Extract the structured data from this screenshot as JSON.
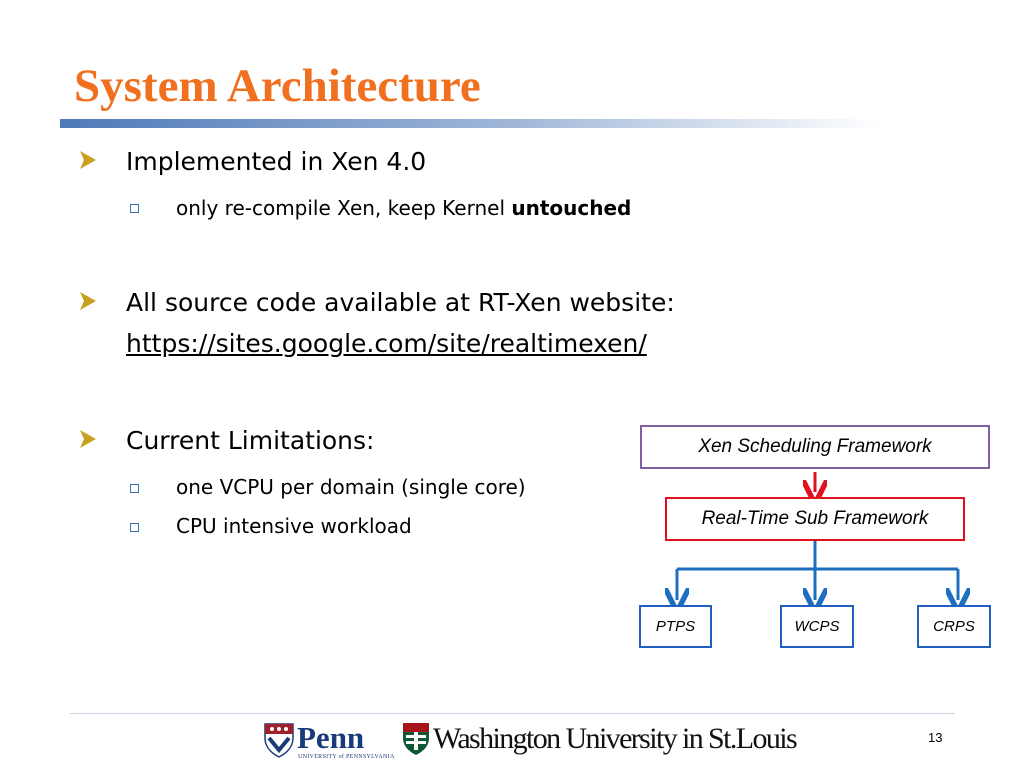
{
  "slide": {
    "title": "System Architecture",
    "page_number": "13"
  },
  "bullets": [
    {
      "text": "Implemented in Xen 4.0",
      "sub": [
        {
          "text": "only re-compile Xen, keep Kernel ",
          "bold": "untouched"
        }
      ]
    },
    {
      "text": "All source code available at RT-Xen website:",
      "link": "https://sites.google.com/site/realtimexen/"
    },
    {
      "text": "Current Limitations:",
      "sub": [
        {
          "text": "one VCPU per domain (single core)"
        },
        {
          "text": "CPU intensive workload"
        }
      ]
    }
  ],
  "diagram": {
    "top": "Xen Scheduling Framework",
    "middle": "Real-Time Sub Framework",
    "leaves": [
      "PTPS",
      "WCPS",
      "CRPS"
    ]
  },
  "footer": {
    "penn": "Penn",
    "penn_sub": "UNIVERSITY of PENNSYLVANIA",
    "wustl": "Washington University in St.Louis"
  },
  "colors": {
    "title": "#f07020",
    "bullet_marker": "#c8a020",
    "sub_marker": "#3a6fb0",
    "box_top_border": "#8060a0",
    "box_mid_border": "#e01020",
    "box_leaf_border": "#2060c0",
    "arrow_red": "#e01020",
    "arrow_blue": "#1f6fc0",
    "penn_blue": "#1a3b7a",
    "penn_red": "#a0202a",
    "wu_green": "#0f5a35",
    "wu_red": "#a4161a"
  }
}
